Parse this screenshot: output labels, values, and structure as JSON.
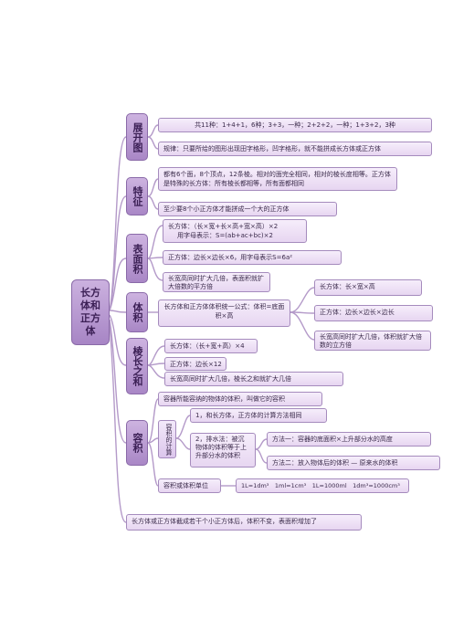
{
  "root": {
    "label": "长方体和正方体"
  },
  "categories": {
    "expand": "展开图",
    "features": "特征",
    "surface": "表面积",
    "volume": "体积",
    "edges": "棱长之和",
    "capacity": "容积"
  },
  "expand": {
    "item1": "共11种：1+4+1，6种；3+3，一种；2+2+2，一种；1+3+2，3种",
    "item2": "规律：只要所给的图形出现田字格形，凹字格形，就不能拼成长方体或正方体"
  },
  "features": {
    "item1": "都有6个面，8个顶点，12条棱。相对的面完全相同，相对的棱长度相等。正方体是特殊的长方体：所有棱长都相等，所有面都相同",
    "item2": "至少要8个小正方体才能拼成一个大的正方体"
  },
  "surface": {
    "item1": "长方体：（长×宽+长×高+宽×高）×2",
    "item1b": "用字母表示：S=(ab+ac+bc)×2",
    "item2": "正方体：边长×边长×6，用字母表示S=6a²",
    "item3": "长宽高同时扩大几倍，表面积就扩大倍数的平方倍"
  },
  "volume": {
    "item1": "长方体和正方体体积统一公式：体积=底面积×高",
    "r1": "长方体：长×宽×高",
    "r2": "正方体：边长×边长×边长",
    "r3": "长宽高同时扩大几倍，体积就扩大倍数的立方倍"
  },
  "edges": {
    "item1": "长方体：（长+宽+高）×4",
    "item2": "正方体：边长×12",
    "item3": "长宽高同时扩大几倍，棱长之和就扩大几倍"
  },
  "capacity": {
    "def": "容器所能容纳的物体的体积，叫做它的容积",
    "calc": "容积的计算",
    "calc1": "1，和长方体，正方体的计算方法相同",
    "calc2": "2，排水法：被沉物体的体积等于上升部分水的体积",
    "m1": "方法一：容器的底面积×上升部分水的高度",
    "m2": "方法二：放入物体后的体积 — 原来水的体积",
    "units": "容积或体积单位",
    "conv": "1L=1dm³　1ml=1cm³　1L=1000ml　1dm³=1000cm³"
  },
  "bottom": "长方体或正方体截成若干个小正方体后，体积不变，表面积增加了"
}
